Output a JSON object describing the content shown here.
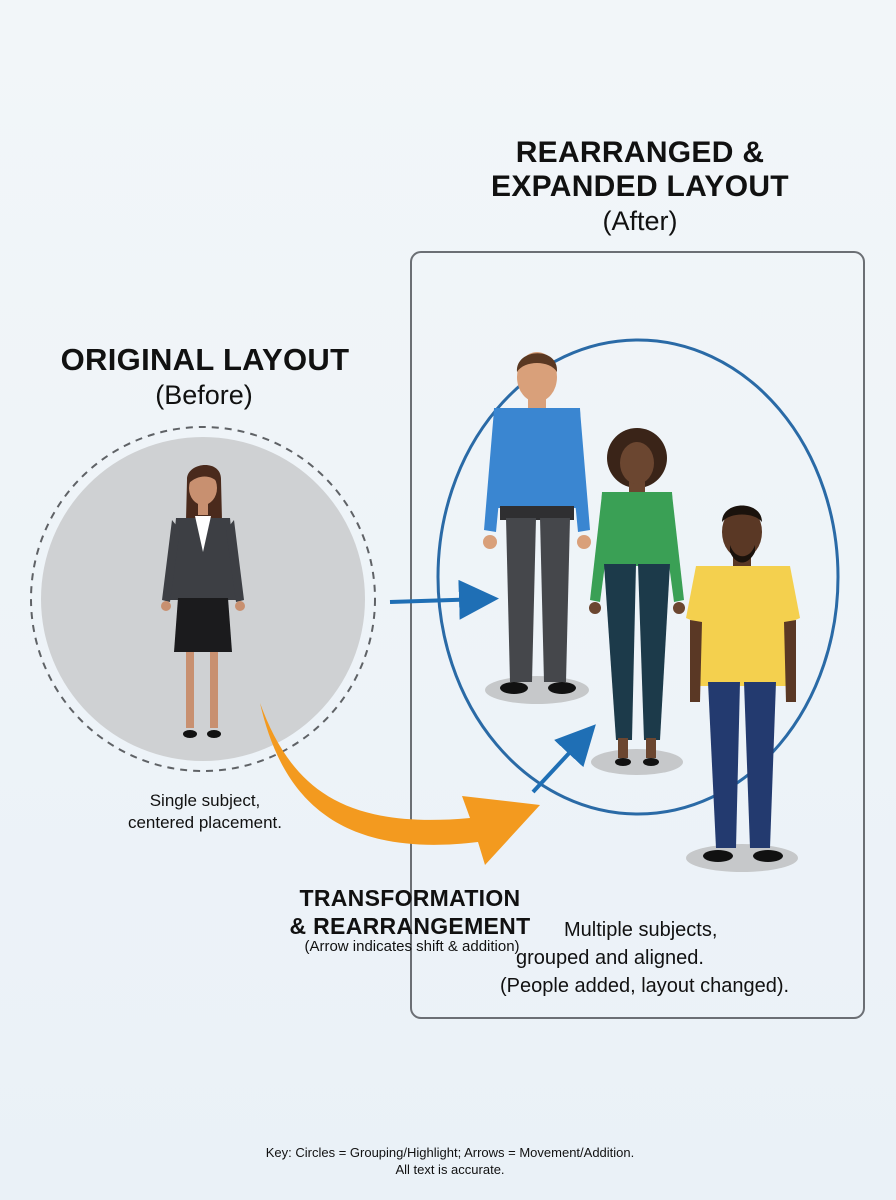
{
  "after_title": {
    "line1": "REARRANGED &",
    "line2": "EXPANDED LAYOUT",
    "sub": "(After)"
  },
  "before_title": {
    "line1": "ORIGINAL LAYOUT",
    "sub": "(Before)"
  },
  "before_caption": {
    "line1": "Single subject,",
    "line2": "centered placement."
  },
  "transformation": {
    "line1": "TRANSFORMATION",
    "line2": "& REARRANGEMENT",
    "note": "(Arrow indicates shift & addition)"
  },
  "after_caption": {
    "line1": "Multiple subjects,",
    "line2": "grouped and aligned.",
    "line3": "(People added, layout changed)."
  },
  "key": {
    "line1": "Key: Circles = Grouping/Highlight; Arrows = Movement/Addition.",
    "line2": "All text is accurate."
  },
  "colors": {
    "orange_arrow": "#f39a1f",
    "blue_arrow": "#1f6fb5",
    "group_circle": "#2a6aa6",
    "before_circle_fill": "#cfd1d3",
    "box_border": "#6b6f74",
    "blue_shirt": "#3a86d1",
    "green_shirt": "#3aa055",
    "yellow_shirt": "#f4d04e"
  }
}
